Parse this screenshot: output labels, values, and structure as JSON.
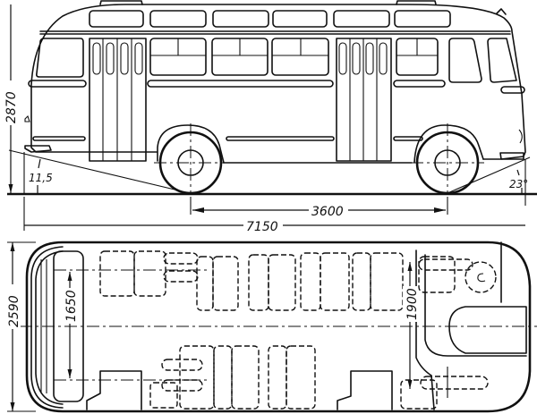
{
  "drawing": {
    "side_view": {
      "overall_height_mm": "2870",
      "front_overhang_angle": "11,5",
      "rear_overhang_angle": "23°",
      "wheelbase_mm": "3600",
      "overall_length_mm": "7150"
    },
    "plan_view": {
      "overall_width_mm": "2590",
      "rear_seat_width_mm": "1650",
      "front_interior_width_mm": "1900"
    }
  }
}
